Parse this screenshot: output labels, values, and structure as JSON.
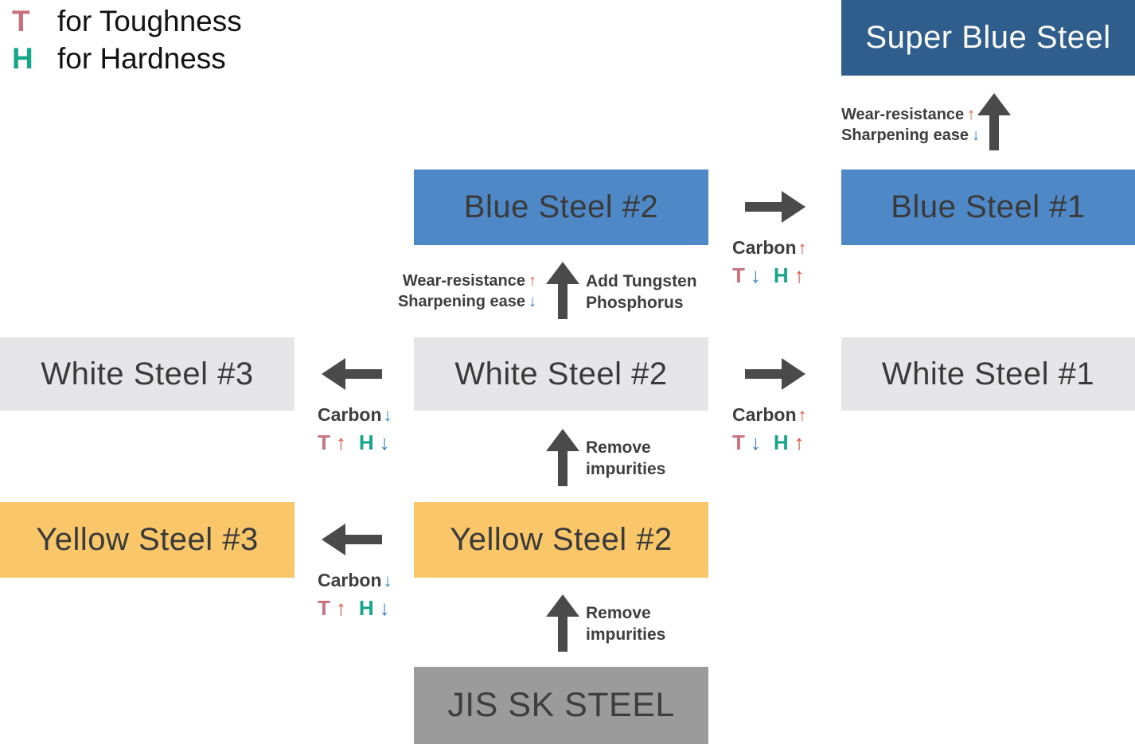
{
  "colors": {
    "super_blue_bg": "#2F5E8D",
    "blue_bg": "#4E88C7",
    "white_steel_bg": "#E6E6E8",
    "yellow_bg": "#F9C76A",
    "jis_gray_bg": "#9B9B9B",
    "arrow_gray": "#4A4A4A",
    "text_dark": "#3E3E3E",
    "toughness_pink": "#C9707E",
    "hardness_teal": "#17A68C",
    "increase_red": "#EF4B3C",
    "decrease_blue": "#337FC2"
  },
  "legend": {
    "toughness_symbol": "T",
    "toughness_label": "for Toughness",
    "hardness_symbol": "H",
    "hardness_label": "for Hardness"
  },
  "boxes": {
    "super_blue": "Super Blue Steel",
    "blue2": "Blue Steel #2",
    "blue1": "Blue Steel #1",
    "white3": "White Steel #3",
    "white2": "White Steel #2",
    "white1": "White Steel #1",
    "yellow3": "Yellow Steel #3",
    "yellow2": "Yellow Steel #2",
    "jis": "JIS SK STEEL"
  },
  "transitions": {
    "blue1_to_super": {
      "line1": "Wear-resistance",
      "dir1": "↑",
      "line2": "Sharpening ease",
      "dir2": "↓"
    },
    "white2_to_blue2": {
      "left_line1": "Wear-resistance",
      "left_dir1": "↑",
      "left_line2": "Sharpening ease",
      "left_dir2": "↓",
      "right_line1": "Add Tungsten",
      "right_line2": "Phosphorus"
    },
    "blue2_to_blue1": {
      "carbon": "Carbon",
      "carbon_dir": "↑",
      "t": "T",
      "t_dir": "↓",
      "h": "H",
      "h_dir": "↑"
    },
    "white2_to_white1": {
      "carbon": "Carbon",
      "carbon_dir": "↑",
      "t": "T",
      "t_dir": "↓",
      "h": "H",
      "h_dir": "↑"
    },
    "white2_to_white3": {
      "carbon": "Carbon",
      "carbon_dir": "↓",
      "t": "T",
      "t_dir": "↑",
      "h": "H",
      "h_dir": "↓"
    },
    "yellow2_to_yellow3": {
      "carbon": "Carbon",
      "carbon_dir": "↓",
      "t": "T",
      "t_dir": "↑",
      "h": "H",
      "h_dir": "↓"
    },
    "yellow2_to_white2": {
      "line1": "Remove",
      "line2": "impurities"
    },
    "jis_to_yellow2": {
      "line1": "Remove",
      "line2": "impurities"
    }
  }
}
